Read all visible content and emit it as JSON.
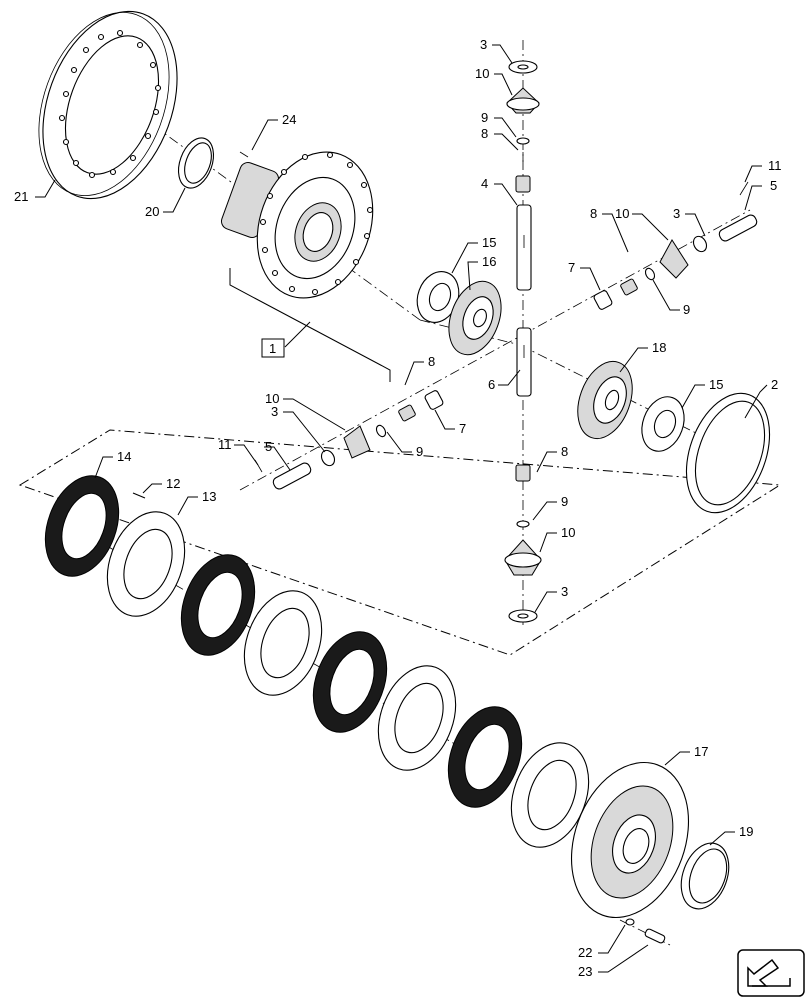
{
  "callouts": [
    {
      "id": "c21",
      "label": "21"
    },
    {
      "id": "c20",
      "label": "20"
    },
    {
      "id": "c24",
      "label": "24"
    },
    {
      "id": "c3a",
      "label": "3"
    },
    {
      "id": "c10a",
      "label": "10"
    },
    {
      "id": "c9a",
      "label": "9"
    },
    {
      "id": "c8a",
      "label": "8"
    },
    {
      "id": "c4",
      "label": "4"
    },
    {
      "id": "c11a",
      "label": "11"
    },
    {
      "id": "c5a",
      "label": "5"
    },
    {
      "id": "c8b",
      "label": "8"
    },
    {
      "id": "c10b",
      "label": "10"
    },
    {
      "id": "c3b",
      "label": "3"
    },
    {
      "id": "c15a",
      "label": "15"
    },
    {
      "id": "c16",
      "label": "16"
    },
    {
      "id": "c7a",
      "label": "7"
    },
    {
      "id": "c9b",
      "label": "9"
    },
    {
      "id": "c1",
      "label": "1"
    },
    {
      "id": "c8c",
      "label": "8"
    },
    {
      "id": "c18",
      "label": "18"
    },
    {
      "id": "c6",
      "label": "6"
    },
    {
      "id": "c15b",
      "label": "15"
    },
    {
      "id": "c2",
      "label": "2"
    },
    {
      "id": "c10c",
      "label": "10"
    },
    {
      "id": "c3c",
      "label": "3"
    },
    {
      "id": "c7b",
      "label": "7"
    },
    {
      "id": "c11b",
      "label": "11"
    },
    {
      "id": "c5b",
      "label": "5"
    },
    {
      "id": "c9c",
      "label": "9"
    },
    {
      "id": "c8d",
      "label": "8"
    },
    {
      "id": "c14",
      "label": "14"
    },
    {
      "id": "c12",
      "label": "12"
    },
    {
      "id": "c13",
      "label": "13"
    },
    {
      "id": "c9d",
      "label": "9"
    },
    {
      "id": "c10d",
      "label": "10"
    },
    {
      "id": "c3d",
      "label": "3"
    },
    {
      "id": "c17",
      "label": "17"
    },
    {
      "id": "c19",
      "label": "19"
    },
    {
      "id": "c22",
      "label": "22"
    },
    {
      "id": "c23",
      "label": "23"
    }
  ],
  "icons": {
    "nav": "arrow-nav-icon"
  }
}
